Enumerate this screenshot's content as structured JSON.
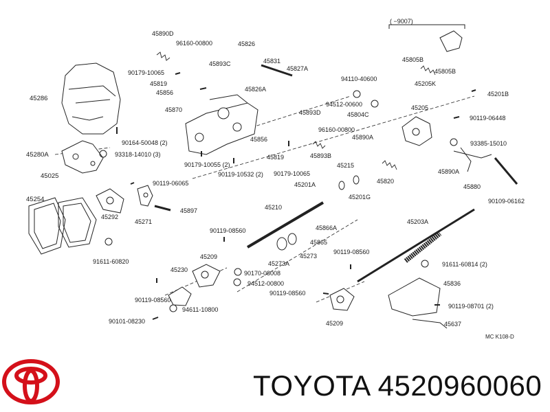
{
  "range_note": "(      −9007)",
  "diagram_code": "MC K108-D",
  "brand": "TOYOTA",
  "part_number": "4520960060",
  "logo_text": "TOYOTA",
  "labels": [
    {
      "id": "45890D",
      "text": "45890D"
    },
    {
      "id": "96160-00800a",
      "text": "96160-00800"
    },
    {
      "id": "45826",
      "text": "45826"
    },
    {
      "id": "45831",
      "text": "45831"
    },
    {
      "id": "45893C",
      "text": "45893C"
    },
    {
      "id": "45827A",
      "text": "45827A"
    },
    {
      "id": "90179-10065a",
      "text": "90179-10065"
    },
    {
      "id": "45819a",
      "text": "45819"
    },
    {
      "id": "45826A",
      "text": "45826A"
    },
    {
      "id": "45856a",
      "text": "45856"
    },
    {
      "id": "45286",
      "text": "45286"
    },
    {
      "id": "45870",
      "text": "45870"
    },
    {
      "id": "45893D",
      "text": "45893D"
    },
    {
      "id": "94110-40600",
      "text": "94110-40600"
    },
    {
      "id": "94512-00600",
      "text": "94512-00600"
    },
    {
      "id": "45804C",
      "text": "45804C"
    },
    {
      "id": "45205",
      "text": "45205"
    },
    {
      "id": "45201B",
      "text": "45201B"
    },
    {
      "id": "90119-06448",
      "text": "90119-06448"
    },
    {
      "id": "96160-00800b",
      "text": "96160-00800"
    },
    {
      "id": "45890A_top",
      "text": "45890A"
    },
    {
      "id": "45805B",
      "text": "45805B"
    },
    {
      "id": "45805B_2",
      "text": "45805B"
    },
    {
      "id": "45205K",
      "text": "45205K"
    },
    {
      "id": "90164-50048",
      "text": "90164-50048 (2)"
    },
    {
      "id": "93318-14010",
      "text": "93318-14010 (3)"
    },
    {
      "id": "45280A",
      "text": "45280A"
    },
    {
      "id": "45856b",
      "text": "45856"
    },
    {
      "id": "45819b",
      "text": "45819"
    },
    {
      "id": "45893B",
      "text": "45893B"
    },
    {
      "id": "93385-15010",
      "text": "93385-15010"
    },
    {
      "id": "90179-10055",
      "text": "90179-10055 (2)"
    },
    {
      "id": "90119-10532",
      "text": "90119-10532 (2)"
    },
    {
      "id": "90179-10065b",
      "text": "90179-10065"
    },
    {
      "id": "45215",
      "text": "45215"
    },
    {
      "id": "45201A",
      "text": "45201A"
    },
    {
      "id": "45820",
      "text": "45820"
    },
    {
      "id": "45890A",
      "text": "45890A"
    },
    {
      "id": "45025",
      "text": "45025"
    },
    {
      "id": "45254",
      "text": "45254"
    },
    {
      "id": "90119-06065",
      "text": "90119-06065"
    },
    {
      "id": "45201G",
      "text": "45201G"
    },
    {
      "id": "45880",
      "text": "45880"
    },
    {
      "id": "90109-06162",
      "text": "90109-06162"
    },
    {
      "id": "45210",
      "text": "45210"
    },
    {
      "id": "45292",
      "text": "45292"
    },
    {
      "id": "45271",
      "text": "45271"
    },
    {
      "id": "45897",
      "text": "45897"
    },
    {
      "id": "45203A",
      "text": "45203A"
    },
    {
      "id": "45866A",
      "text": "45866A"
    },
    {
      "id": "90119-08560a",
      "text": "90119-08560"
    },
    {
      "id": "45865",
      "text": "45865"
    },
    {
      "id": "91611-60820",
      "text": "91611-60820"
    },
    {
      "id": "45209a",
      "text": "45209"
    },
    {
      "id": "45273",
      "text": "45273"
    },
    {
      "id": "90119-08560b",
      "text": "90119-08560"
    },
    {
      "id": "45273A",
      "text": "45273A"
    },
    {
      "id": "91611-60814",
      "text": "91611-60814 (2)"
    },
    {
      "id": "45230",
      "text": "45230"
    },
    {
      "id": "90170-08008",
      "text": "90170-08008"
    },
    {
      "id": "45836",
      "text": "45836"
    },
    {
      "id": "94512-00800",
      "text": "94512-00800"
    },
    {
      "id": "90119-08560c",
      "text": "90119-08560"
    },
    {
      "id": "90119-08560d",
      "text": "90119-08560"
    },
    {
      "id": "90119-08701",
      "text": "90119-08701 (2)"
    },
    {
      "id": "94611-10800",
      "text": "94611-10800"
    },
    {
      "id": "45209b",
      "text": "45209"
    },
    {
      "id": "45637",
      "text": "45637"
    },
    {
      "id": "90101-08230",
      "text": "90101-08230"
    }
  ]
}
